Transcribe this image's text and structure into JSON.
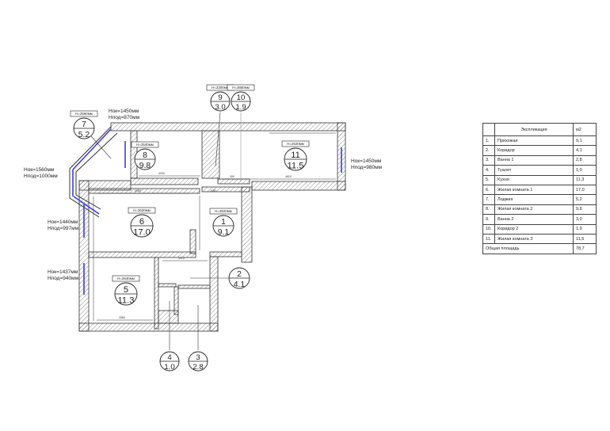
{
  "rooms": [
    {
      "num": "7",
      "area": "5.2",
      "height": "H=2560мм"
    },
    {
      "num": "8",
      "area": "9.8",
      "height": "H=2640мм"
    },
    {
      "num": "9",
      "area": "3.0",
      "height": "H=2300мм"
    },
    {
      "num": "10",
      "area": "1.9",
      "height": "H=2860мм"
    },
    {
      "num": "11",
      "area": "11.5",
      "height": "H=2620мм"
    },
    {
      "num": "6",
      "area": "17.0",
      "height": "H=2620мм"
    },
    {
      "num": "1",
      "area": "9.1",
      "height": "H=2620мм"
    },
    {
      "num": "2",
      "area": "4.1"
    },
    {
      "num": "5",
      "area": "11.3",
      "height": "H=2640мм"
    },
    {
      "num": "4",
      "area": "1.0"
    },
    {
      "num": "3",
      "area": "2.8"
    }
  ],
  "windows": [
    {
      "nok": "Нок=1450мм",
      "npod": "Нпод=870мм"
    },
    {
      "nok": "Нок=1560мм",
      "npod": "Нпод=1000мм"
    },
    {
      "nok": "Нок=1450мм",
      "npod": "Нпод=980мм"
    },
    {
      "nok": "Нок=1440мм",
      "npod": "Нпод=997мм"
    },
    {
      "nok": "Нок=1437мм",
      "npod": "Нпод=940мм"
    }
  ],
  "dimensions": [
    "4200",
    "4620",
    "5085",
    "3380",
    "1975",
    "1180",
    "300"
  ],
  "explication": {
    "title": "Экспликация",
    "unit": "м2",
    "rows": [
      {
        "n": "1.",
        "name": "Прихожая",
        "v": "9,1"
      },
      {
        "n": "2.",
        "name": "Коридор",
        "v": "4,1"
      },
      {
        "n": "3.",
        "name": "Ванна 1",
        "v": "2,8"
      },
      {
        "n": "4.",
        "name": "Туалет",
        "v": "1,0"
      },
      {
        "n": "5.",
        "name": "Кухня",
        "v": "11,3"
      },
      {
        "n": "6.",
        "name": "Жилая комната 1",
        "v": "17,0"
      },
      {
        "n": "7.",
        "name": "Лоджия",
        "v": "5,2"
      },
      {
        "n": "8.",
        "name": "Жилая комната 2",
        "v": "9,8"
      },
      {
        "n": "9.",
        "name": "Ванна 2",
        "v": "3,0"
      },
      {
        "n": "10.",
        "name": "Коридор 2",
        "v": "1,9"
      },
      {
        "n": "11.",
        "name": "Жилая комната 3",
        "v": "11,5"
      }
    ],
    "total_label": "Общая площадь",
    "total": "78,7"
  },
  "colors": {
    "wall": "#444444",
    "window": "#3a3af0"
  }
}
